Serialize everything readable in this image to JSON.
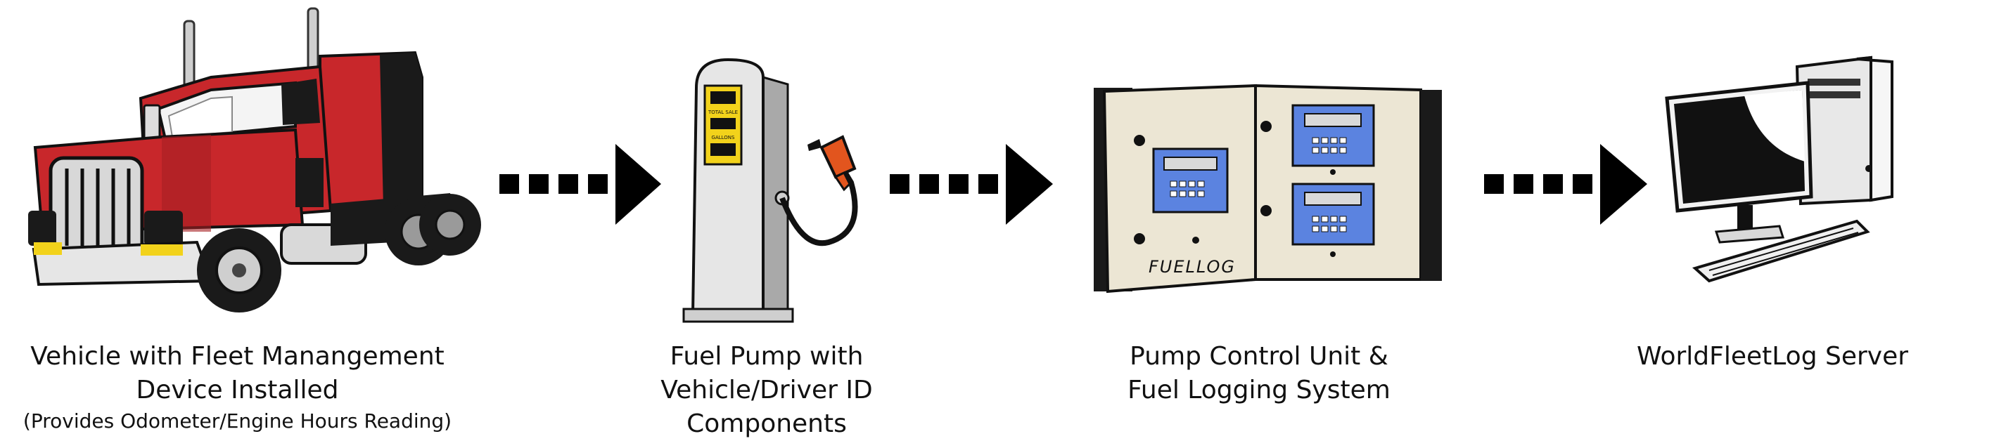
{
  "diagram": {
    "steps": [
      {
        "id": "vehicle",
        "lines": [
          "Vehicle with Fleet Manangement",
          "Device Installed"
        ],
        "note": "(Provides Odometer/Engine Hours Reading)"
      },
      {
        "id": "fuel-pump",
        "lines": [
          "Fuel Pump with",
          "Vehicle/Driver ID",
          "Components"
        ]
      },
      {
        "id": "pump-control",
        "lines": [
          "Pump Control Unit &",
          "Fuel Logging System"
        ]
      },
      {
        "id": "server",
        "lines": [
          "WorldFleetLog Server"
        ]
      }
    ],
    "pump_display": {
      "line1": "TOTAL SALE",
      "line2": "GALLONS"
    },
    "cabinet_label": "FUELLOG",
    "colors": {
      "truck_red": "#c8272b",
      "truck_dark": "#1a1a1a",
      "chrome": "#d9d9d9",
      "pump_body": "#e6e6e6",
      "pump_display": "#f2d21b",
      "nozzle": "#e2551e",
      "cabinet": "#ece6d4",
      "control_panel": "#5b83e0",
      "arrow": "#000000"
    }
  }
}
